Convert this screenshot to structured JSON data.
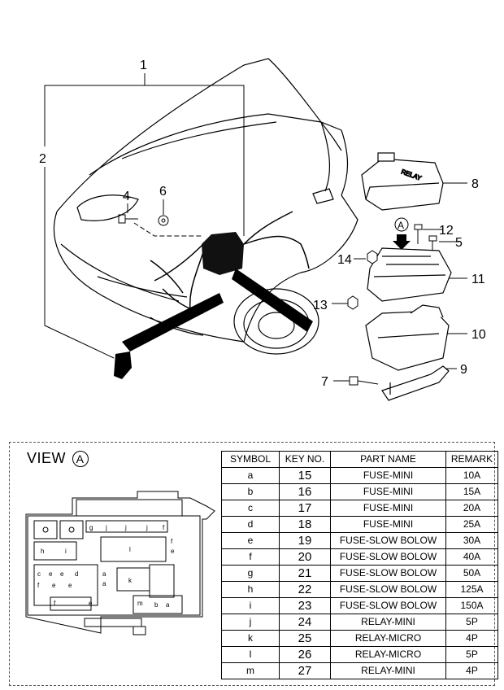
{
  "callouts": [
    {
      "id": "1",
      "label": "1"
    },
    {
      "id": "2",
      "label": "2"
    },
    {
      "id": "4",
      "label": "4"
    },
    {
      "id": "5",
      "label": "5"
    },
    {
      "id": "6",
      "label": "6"
    },
    {
      "id": "7",
      "label": "7"
    },
    {
      "id": "8",
      "label": "8"
    },
    {
      "id": "9",
      "label": "9"
    },
    {
      "id": "10",
      "label": "10"
    },
    {
      "id": "11",
      "label": "11"
    },
    {
      "id": "12",
      "label": "12"
    },
    {
      "id": "13",
      "label": "13"
    },
    {
      "id": "14",
      "label": "14"
    }
  ],
  "view_marker": "A",
  "view_title": "VIEW",
  "table": {
    "headers": [
      "SYMBOL",
      "KEY NO.",
      "PART NAME",
      "REMARK"
    ],
    "rows": [
      {
        "symbol": "a",
        "key": "15",
        "name": "FUSE-MINI",
        "remark": "10A"
      },
      {
        "symbol": "b",
        "key": "16",
        "name": "FUSE-MINI",
        "remark": "15A"
      },
      {
        "symbol": "c",
        "key": "17",
        "name": "FUSE-MINI",
        "remark": "20A"
      },
      {
        "symbol": "d",
        "key": "18",
        "name": "FUSE-MINI",
        "remark": "25A"
      },
      {
        "symbol": "e",
        "key": "19",
        "name": "FUSE-SLOW BOLOW",
        "remark": "30A"
      },
      {
        "symbol": "f",
        "key": "20",
        "name": "FUSE-SLOW BOLOW",
        "remark": "40A"
      },
      {
        "symbol": "g",
        "key": "21",
        "name": "FUSE-SLOW BOLOW",
        "remark": "50A"
      },
      {
        "symbol": "h",
        "key": "22",
        "name": "FUSE-SLOW BOLOW",
        "remark": "125A"
      },
      {
        "symbol": "i",
        "key": "23",
        "name": "FUSE-SLOW BOLOW",
        "remark": "150A"
      },
      {
        "symbol": "j",
        "key": "24",
        "name": "RELAY-MINI",
        "remark": "5P"
      },
      {
        "symbol": "k",
        "key": "25",
        "name": "RELAY-MICRO",
        "remark": "4P"
      },
      {
        "symbol": "l",
        "key": "26",
        "name": "RELAY-MICRO",
        "remark": "5P"
      },
      {
        "symbol": "m",
        "key": "27",
        "name": "RELAY-MINI",
        "remark": "4P"
      }
    ]
  }
}
